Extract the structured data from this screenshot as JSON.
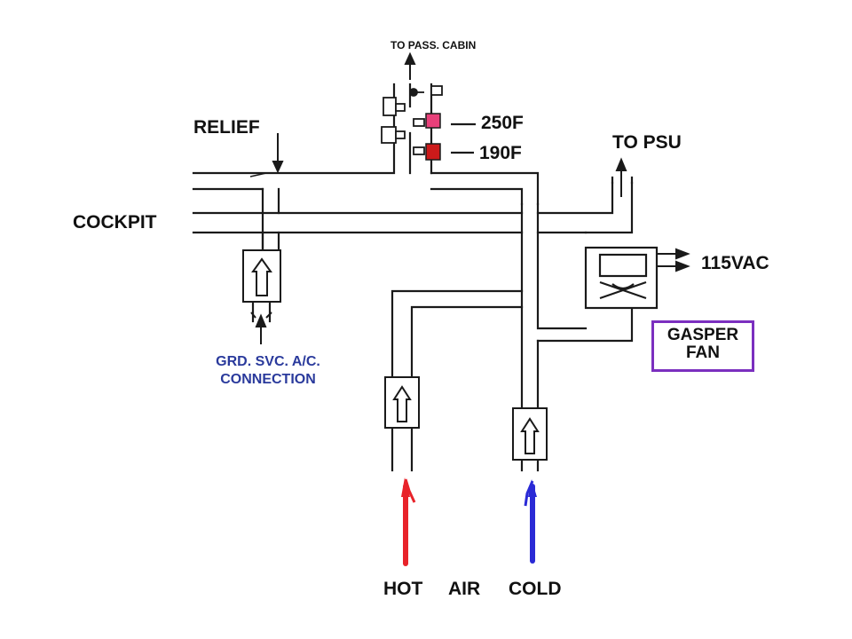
{
  "labels": {
    "to_pass_cabin": "TO PASS. CABIN",
    "relief": "RELIEF",
    "temp_250": "250F",
    "temp_190": "190F",
    "to_psu": "TO PSU",
    "cockpit": "COCKPIT",
    "vac_115": "115VAC",
    "gasper_line1": "GASPER",
    "gasper_line2": "FAN",
    "grd_svc_line1": "GRD. SVC. A/C.",
    "grd_svc_line2": "CONNECTION",
    "hot": "HOT",
    "air": "AIR",
    "cold": "COLD"
  },
  "colors": {
    "line": "#1a1a1a",
    "hot_arrow": "#e8232a",
    "cold_arrow": "#2a2ad6",
    "sensor_250": "#e8407a",
    "sensor_190": "#cc1a1a",
    "gasper_border": "#7b2fbf",
    "grd_svc_text": "#2a3a9c"
  }
}
